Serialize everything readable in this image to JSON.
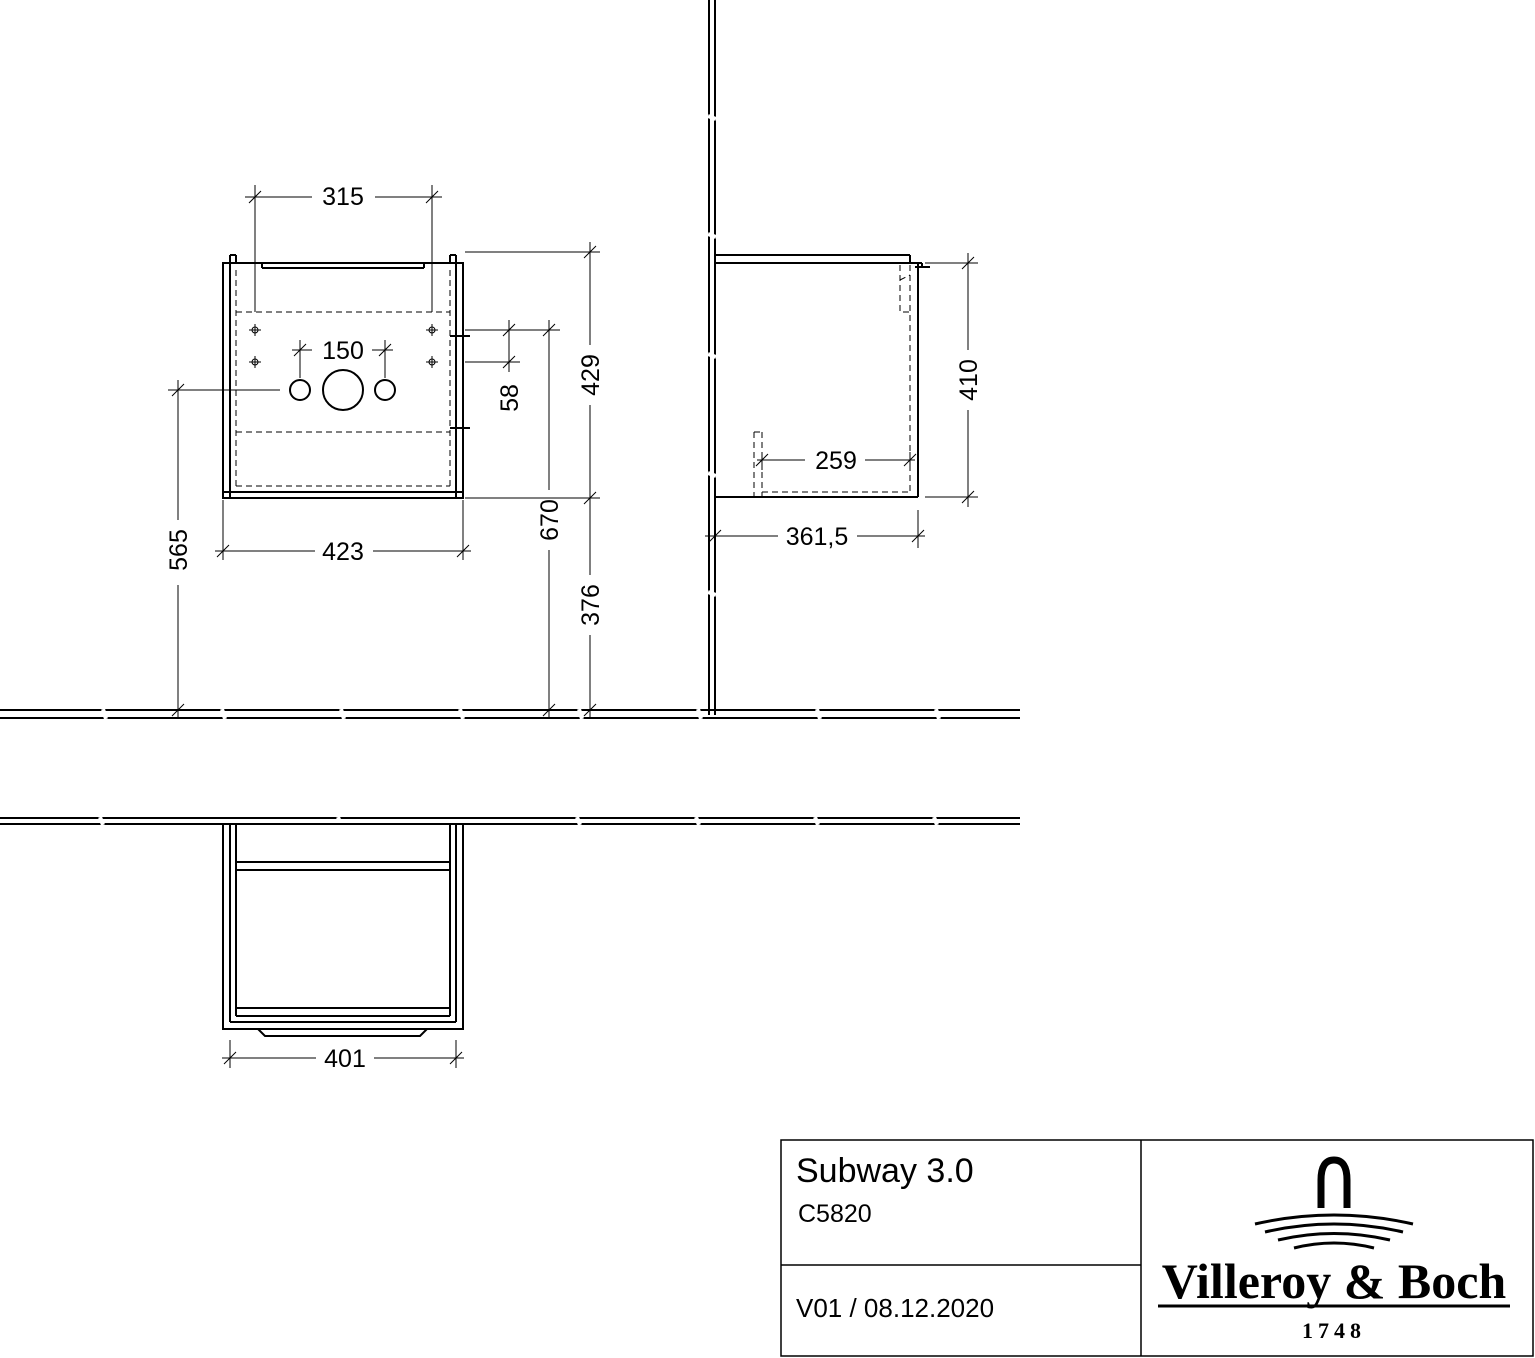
{
  "dimensions": {
    "front_top_hole_spacing": "315",
    "front_siphon_spacing": "150",
    "front_width": "423",
    "front_height_total": "429",
    "front_upper_offset": "58",
    "front_outlet_height": "565",
    "front_overall_height": "670",
    "front_mount_height": "376",
    "side_height": "410",
    "side_inner_depth": "259",
    "side_depth": "361,5",
    "plan_width": "401"
  },
  "title_block": {
    "product_name": "Subway 3.0",
    "product_code": "C5820",
    "version": "V01 / 08.12.2020"
  },
  "brand": {
    "name": "Villeroy & Boch",
    "year": "1748"
  },
  "colors": {
    "line": "#000000",
    "background": "#ffffff"
  }
}
